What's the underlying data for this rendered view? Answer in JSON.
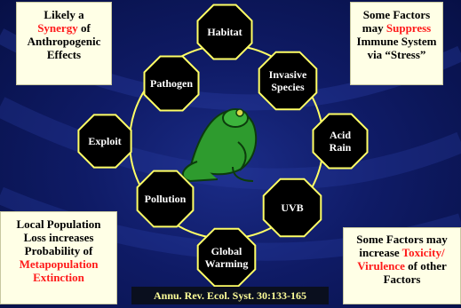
{
  "nodes": [
    {
      "id": "habitat",
      "label": "Habitat"
    },
    {
      "id": "invasive",
      "label": "Invasive Species"
    },
    {
      "id": "acid",
      "label": "Acid Rain"
    },
    {
      "id": "uvb",
      "label": "UVB"
    },
    {
      "id": "warming",
      "label": "Global Warming"
    },
    {
      "id": "pollution",
      "label": "Pollution"
    },
    {
      "id": "exploit",
      "label": "Exploit"
    },
    {
      "id": "pathogen",
      "label": "Pathogen"
    }
  ],
  "boxes": {
    "top_left": {
      "l1": "Likely a",
      "red": "Synergy",
      "after": " of",
      "l3": "Anthropogenic",
      "l4": "Effects"
    },
    "top_right": {
      "l1": "Some Factors",
      "pre": "may ",
      "red": "Suppress",
      "l3": "Immune System",
      "l4": "via “Stress”"
    },
    "bottom_left": {
      "l1": "Local Population",
      "l2": "Loss increases",
      "l3": "Probability of",
      "red1": "Metapopulation",
      "red2": "Extinction"
    },
    "bottom_right": {
      "l1": "Some Factors may",
      "pre": "increase ",
      "red1": "Toxicity/",
      "red2": "Virulence",
      "after": " of other",
      "l4": "Factors"
    }
  },
  "citation": "Annu. Rev. Ecol. Syst. 30:133-165",
  "colors": {
    "octagon_fill": "#000000",
    "octagon_stroke": "#ffff66",
    "ring": "#ffff66",
    "red_text": "#ff1a1a",
    "frog": "#2e9b2e"
  }
}
